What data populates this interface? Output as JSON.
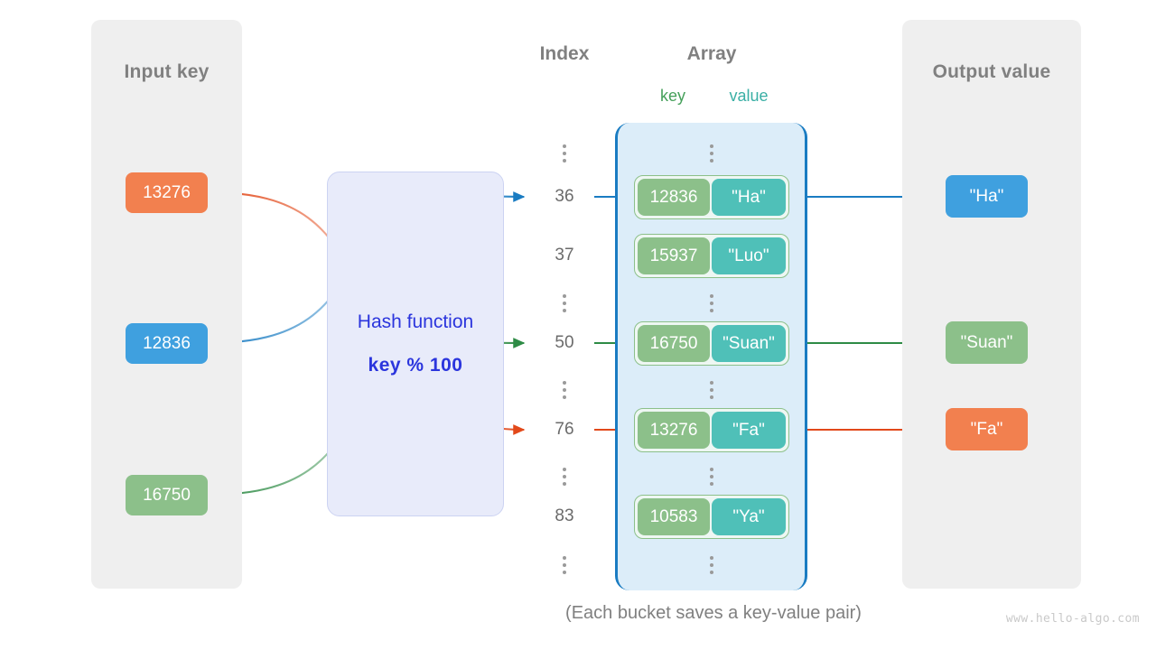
{
  "title": "Hash map / hash function diagram",
  "panels": {
    "input": {
      "title": "Input key"
    },
    "output": {
      "title": "Output value"
    }
  },
  "headings": {
    "index": "Index",
    "array": "Array",
    "key": "key",
    "value": "value"
  },
  "hash_function": {
    "name": "Hash function",
    "expression": "key % 100"
  },
  "input_keys": [
    {
      "label": "13276",
      "color": "#f2804f"
    },
    {
      "label": "12836",
      "color": "#3fa0df"
    },
    {
      "label": "16750",
      "color": "#8cc08a"
    }
  ],
  "output_values": [
    {
      "label": "\"Ha\"",
      "color": "#3fa0df"
    },
    {
      "label": "\"Suan\"",
      "color": "#8cc08a"
    },
    {
      "label": "\"Fa\"",
      "color": "#f2804f"
    }
  ],
  "indices": [
    {
      "label": "⋮",
      "ellipsis": true
    },
    {
      "label": "36",
      "ellipsis": false
    },
    {
      "label": "37",
      "ellipsis": false
    },
    {
      "label": "⋮",
      "ellipsis": true
    },
    {
      "label": "50",
      "ellipsis": false
    },
    {
      "label": "⋮",
      "ellipsis": true
    },
    {
      "label": "76",
      "ellipsis": false
    },
    {
      "label": "⋮",
      "ellipsis": true
    },
    {
      "label": "83",
      "ellipsis": false
    },
    {
      "label": "⋮",
      "ellipsis": true
    }
  ],
  "buckets": [
    {
      "key": "12836",
      "value": "\"Ha\""
    },
    {
      "key": "15937",
      "value": "\"Luo\""
    },
    {
      "key": "16750",
      "value": "\"Suan\""
    },
    {
      "key": "13276",
      "value": "\"Fa\""
    },
    {
      "key": "10583",
      "value": "\"Ya\""
    }
  ],
  "caption": "(Each bucket saves a key-value pair)",
  "watermark": "www.hello-algo.com",
  "colors": {
    "orange": "#f2804f",
    "blue": "#3fa0df",
    "green": "#8cc08a",
    "teal": "#4fc0b8",
    "array_fill": "#dcedf9",
    "array_border": "#1a7cc2",
    "panel_fill": "#efefef",
    "hash_fill": "#e8ebfa",
    "hash_text": "#2b35dd",
    "key_head": "#45a05a",
    "value_head": "#3aafa5",
    "heading_gray": "#808080"
  },
  "mapping": [
    {
      "key": "13276",
      "index": "76",
      "value": "\"Fa\""
    },
    {
      "key": "12836",
      "index": "36",
      "value": "\"Ha\""
    },
    {
      "key": "16750",
      "index": "50",
      "value": "\"Suan\""
    }
  ]
}
